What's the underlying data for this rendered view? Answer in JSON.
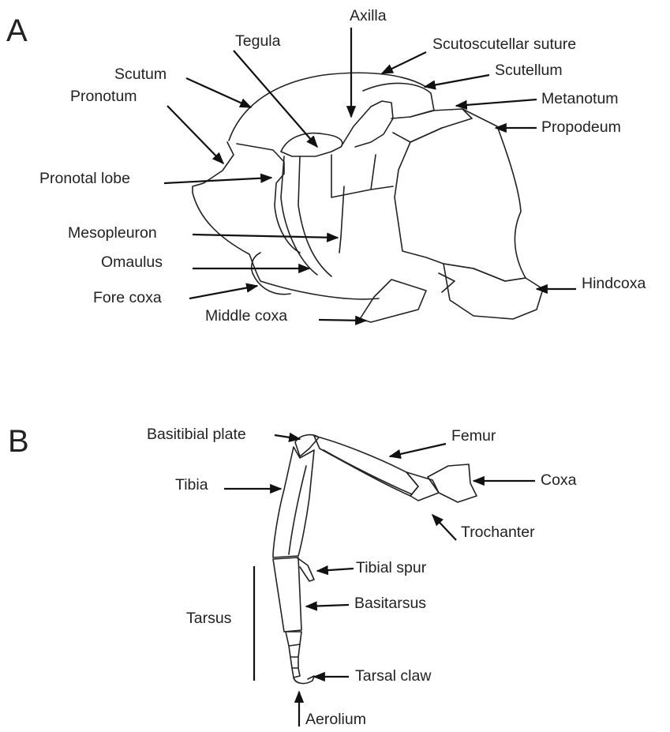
{
  "panels": {
    "a": {
      "letter": "A",
      "labels": {
        "axilla": "Axilla",
        "tegula": "Tegula",
        "scutoscutellar_suture": "Scutoscutellar suture",
        "scutum": "Scutum",
        "scutellum": "Scutellum",
        "pronotum": "Pronotum",
        "metanotum": "Metanotum",
        "propodeum": "Propodeum",
        "pronotal_lobe": "Pronotal lobe",
        "mesopleuron": "Mesopleuron",
        "omaulus": "Omaulus",
        "hindcoxa": "Hindcoxa",
        "fore_coxa": "Fore coxa",
        "middle_coxa": "Middle coxa"
      }
    },
    "b": {
      "letter": "B",
      "labels": {
        "basitibial_plate": "Basitibial plate",
        "femur": "Femur",
        "tibia": "Tibia",
        "coxa": "Coxa",
        "trochanter": "Trochanter",
        "tibial_spur": "Tibial spur",
        "tarsus": "Tarsus",
        "basitarsus": "Basitarsus",
        "tarsal_claw": "Tarsal claw",
        "aerolium": "Aerolium"
      }
    }
  },
  "colors": {
    "ink": "#222222",
    "background": "#ffffff"
  }
}
